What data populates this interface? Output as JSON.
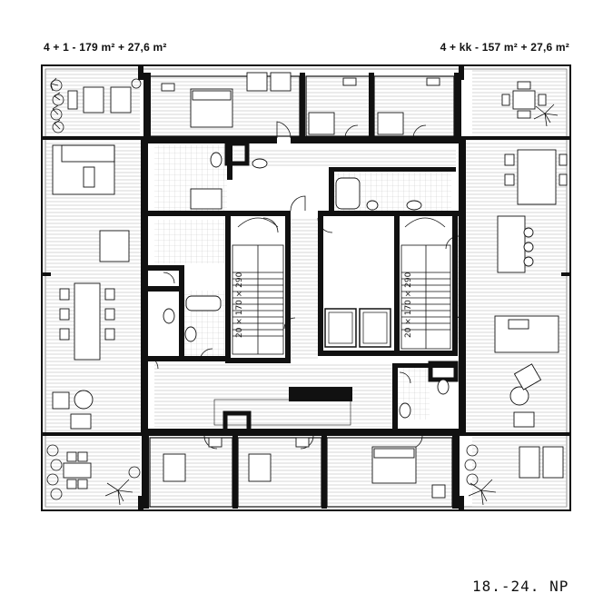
{
  "apartments": {
    "left_label": "4 + 1 - 179 m² + 27,6 m²",
    "right_label": "4 + kk - 157 m² + 27,6 m²"
  },
  "stairs": {
    "left_dim": "20 × 170 × 290",
    "right_dim": "20 × 170 × 290"
  },
  "floor_label": "18.-24. NP"
}
